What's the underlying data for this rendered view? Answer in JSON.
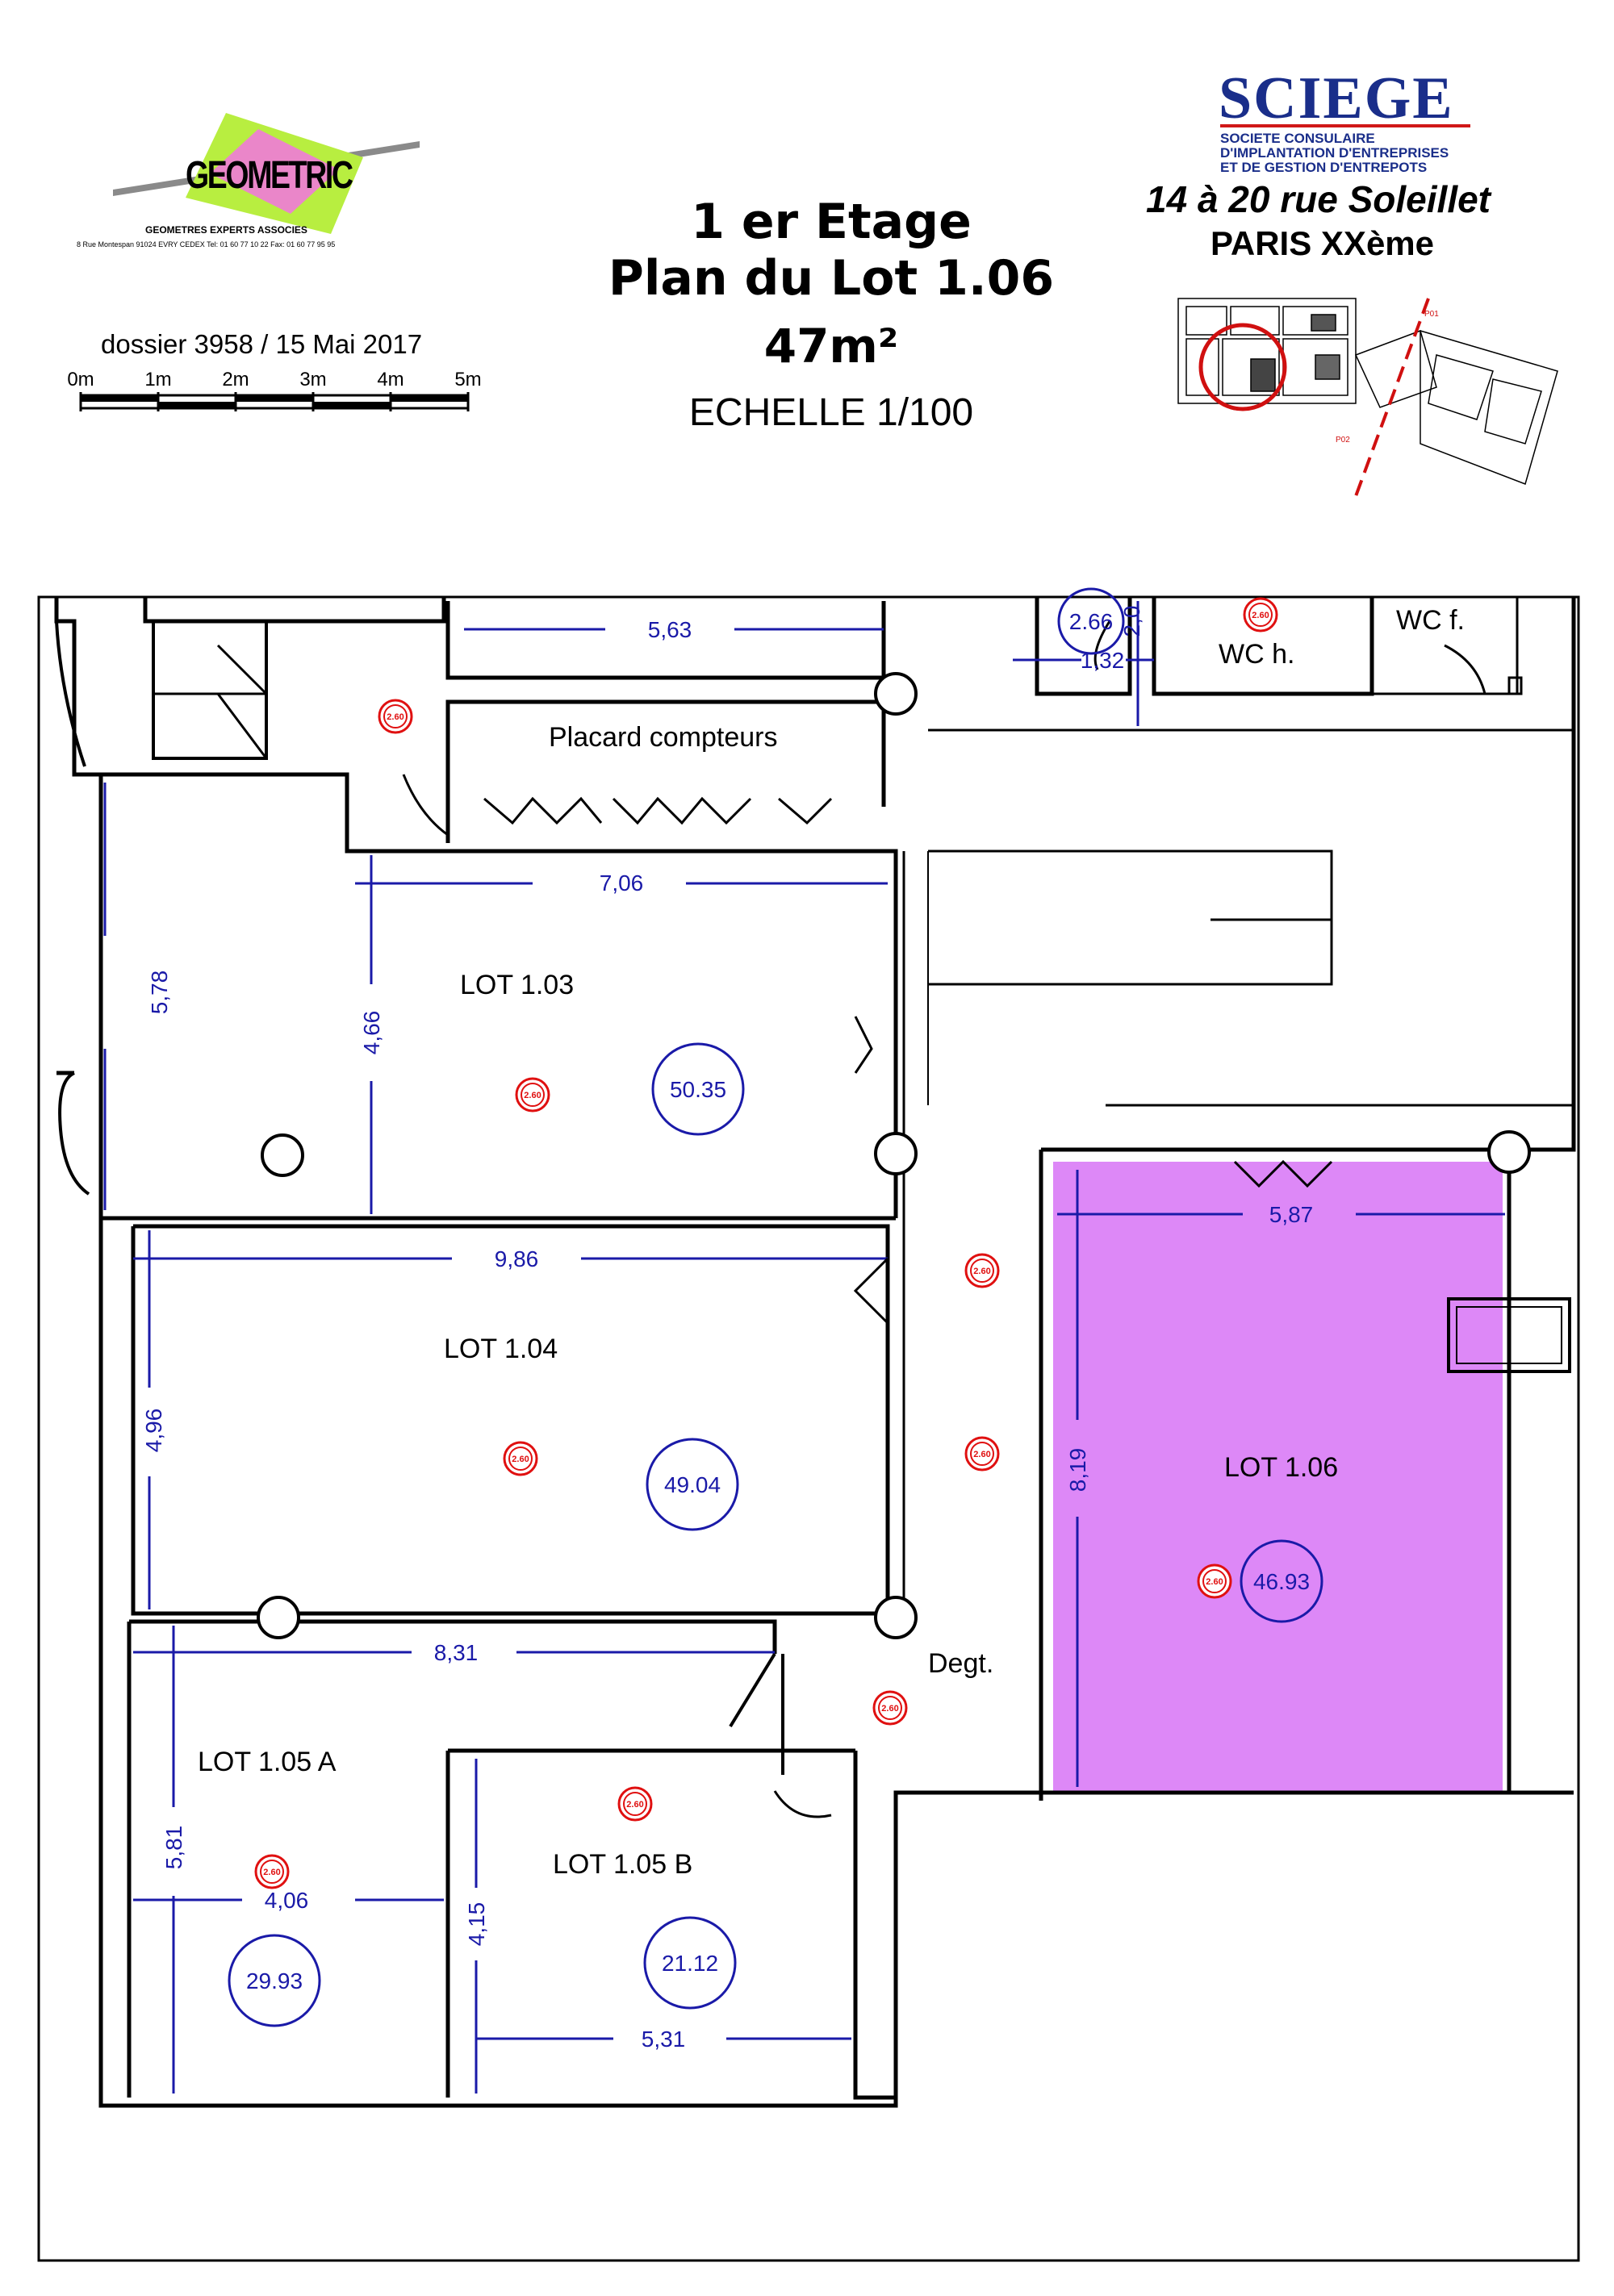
{
  "header": {
    "title_line1": "1 er Etage",
    "title_line2": "Plan du Lot 1.06",
    "area": "47m²",
    "scale": "ECHELLE 1/100"
  },
  "geometric": {
    "logo_text": "GEOMETRIC",
    "subtitle": "GEOMETRES EXPERTS ASSOCIES",
    "address": "8 Rue Montespan 91024 EVRY CEDEX  Tel: 01 60 77 10 22 Fax: 01 60 77 95 95",
    "dossier": "dossier 3958 / 15 Mai 2017",
    "scale_labels": [
      "0m",
      "1m",
      "2m",
      "3m",
      "4m",
      "5m"
    ]
  },
  "sciege": {
    "logo_text": "SCIEGE",
    "line1": "SOCIETE CONSULAIRE",
    "line2": "D'IMPLANTATION D'ENTREPRISES",
    "line3": "ET DE GESTION D'ENTREPOTS",
    "address": "14 à 20  rue Soleillet",
    "city": "PARIS XXème"
  },
  "colors": {
    "highlight": "#dd88f7",
    "dimension": "#1a1aa8",
    "marker": "#e01010",
    "wall": "#000000"
  },
  "rooms": {
    "placard": "Placard compteurs",
    "wc_h": "WC h.",
    "wc_f": "WC f.",
    "lot103": "LOT 1.03",
    "lot104": "LOT 1.04",
    "lot105a": "LOT 1.05 A",
    "lot105b": "LOT 1.05 B",
    "lot106": "LOT 1.06",
    "degt": "Degt."
  },
  "areas": {
    "wc": "2.66",
    "lot103": "50.35",
    "lot104": "49.04",
    "lot105a": "29.93",
    "lot105b": "21.12",
    "lot106": "46.93"
  },
  "dimensions": {
    "top_corridor": "5,63",
    "wc_width": "1,32",
    "wc_height": "2,0",
    "lot103_width": "7,06",
    "lot103_left": "5,78",
    "lot103_height": "4,66",
    "lot104_width": "9,86",
    "lot104_height": "4,96",
    "lot105_width": "8,31",
    "lot105a_width": "4,06",
    "lot105a_height": "5,81",
    "lot105b_height": "4,15",
    "lot105b_width": "5,31",
    "lot106_width": "5,87",
    "lot106_height": "8,19"
  },
  "markers": {
    "label": "2.60"
  }
}
